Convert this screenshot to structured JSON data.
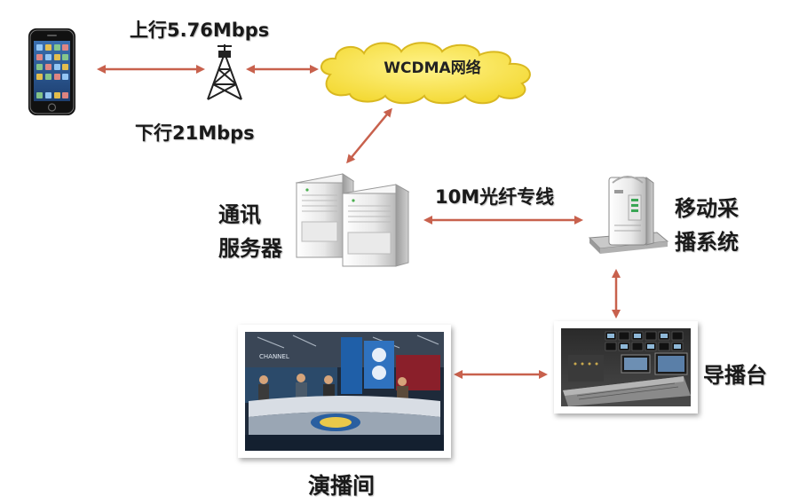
{
  "labels": {
    "uplink": "上行5.76Mbps",
    "downlink": "下行21Mbps",
    "network": "WCDMA网络",
    "fiber": "10M光纤专线",
    "server_line1": "通讯",
    "server_line2": "服务器",
    "capture_line1": "移动采",
    "capture_line2": "播系统",
    "director": "导播台",
    "studio": "演播间"
  },
  "colors": {
    "arrow": "#c8614d",
    "cloud_fill": "#f6e03a",
    "cloud_stroke": "#d9b820"
  },
  "icons": [
    "smartphone-icon",
    "cell-tower-icon",
    "cloud-icon",
    "server-icon",
    "workstation-icon",
    "control-room-image",
    "news-studio-image"
  ]
}
